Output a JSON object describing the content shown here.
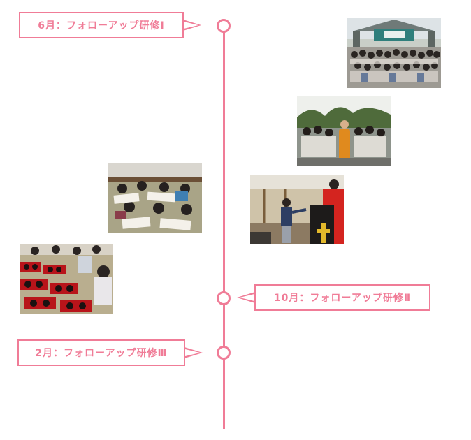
{
  "timeline": {
    "color": "#f07c97",
    "events": [
      {
        "label": "6月：フォローアップ研修Ⅰ"
      },
      {
        "label": "10月：フォローアップ研修Ⅱ"
      },
      {
        "label": "2月：フォローアップ研修Ⅲ"
      }
    ]
  },
  "photos": [
    {
      "subject": "group photo in front of temple gate"
    },
    {
      "subject": "group photo with monk"
    },
    {
      "subject": "students writing at tables"
    },
    {
      "subject": "presentation at podium"
    },
    {
      "subject": "students at red lacquered meal trays"
    }
  ]
}
